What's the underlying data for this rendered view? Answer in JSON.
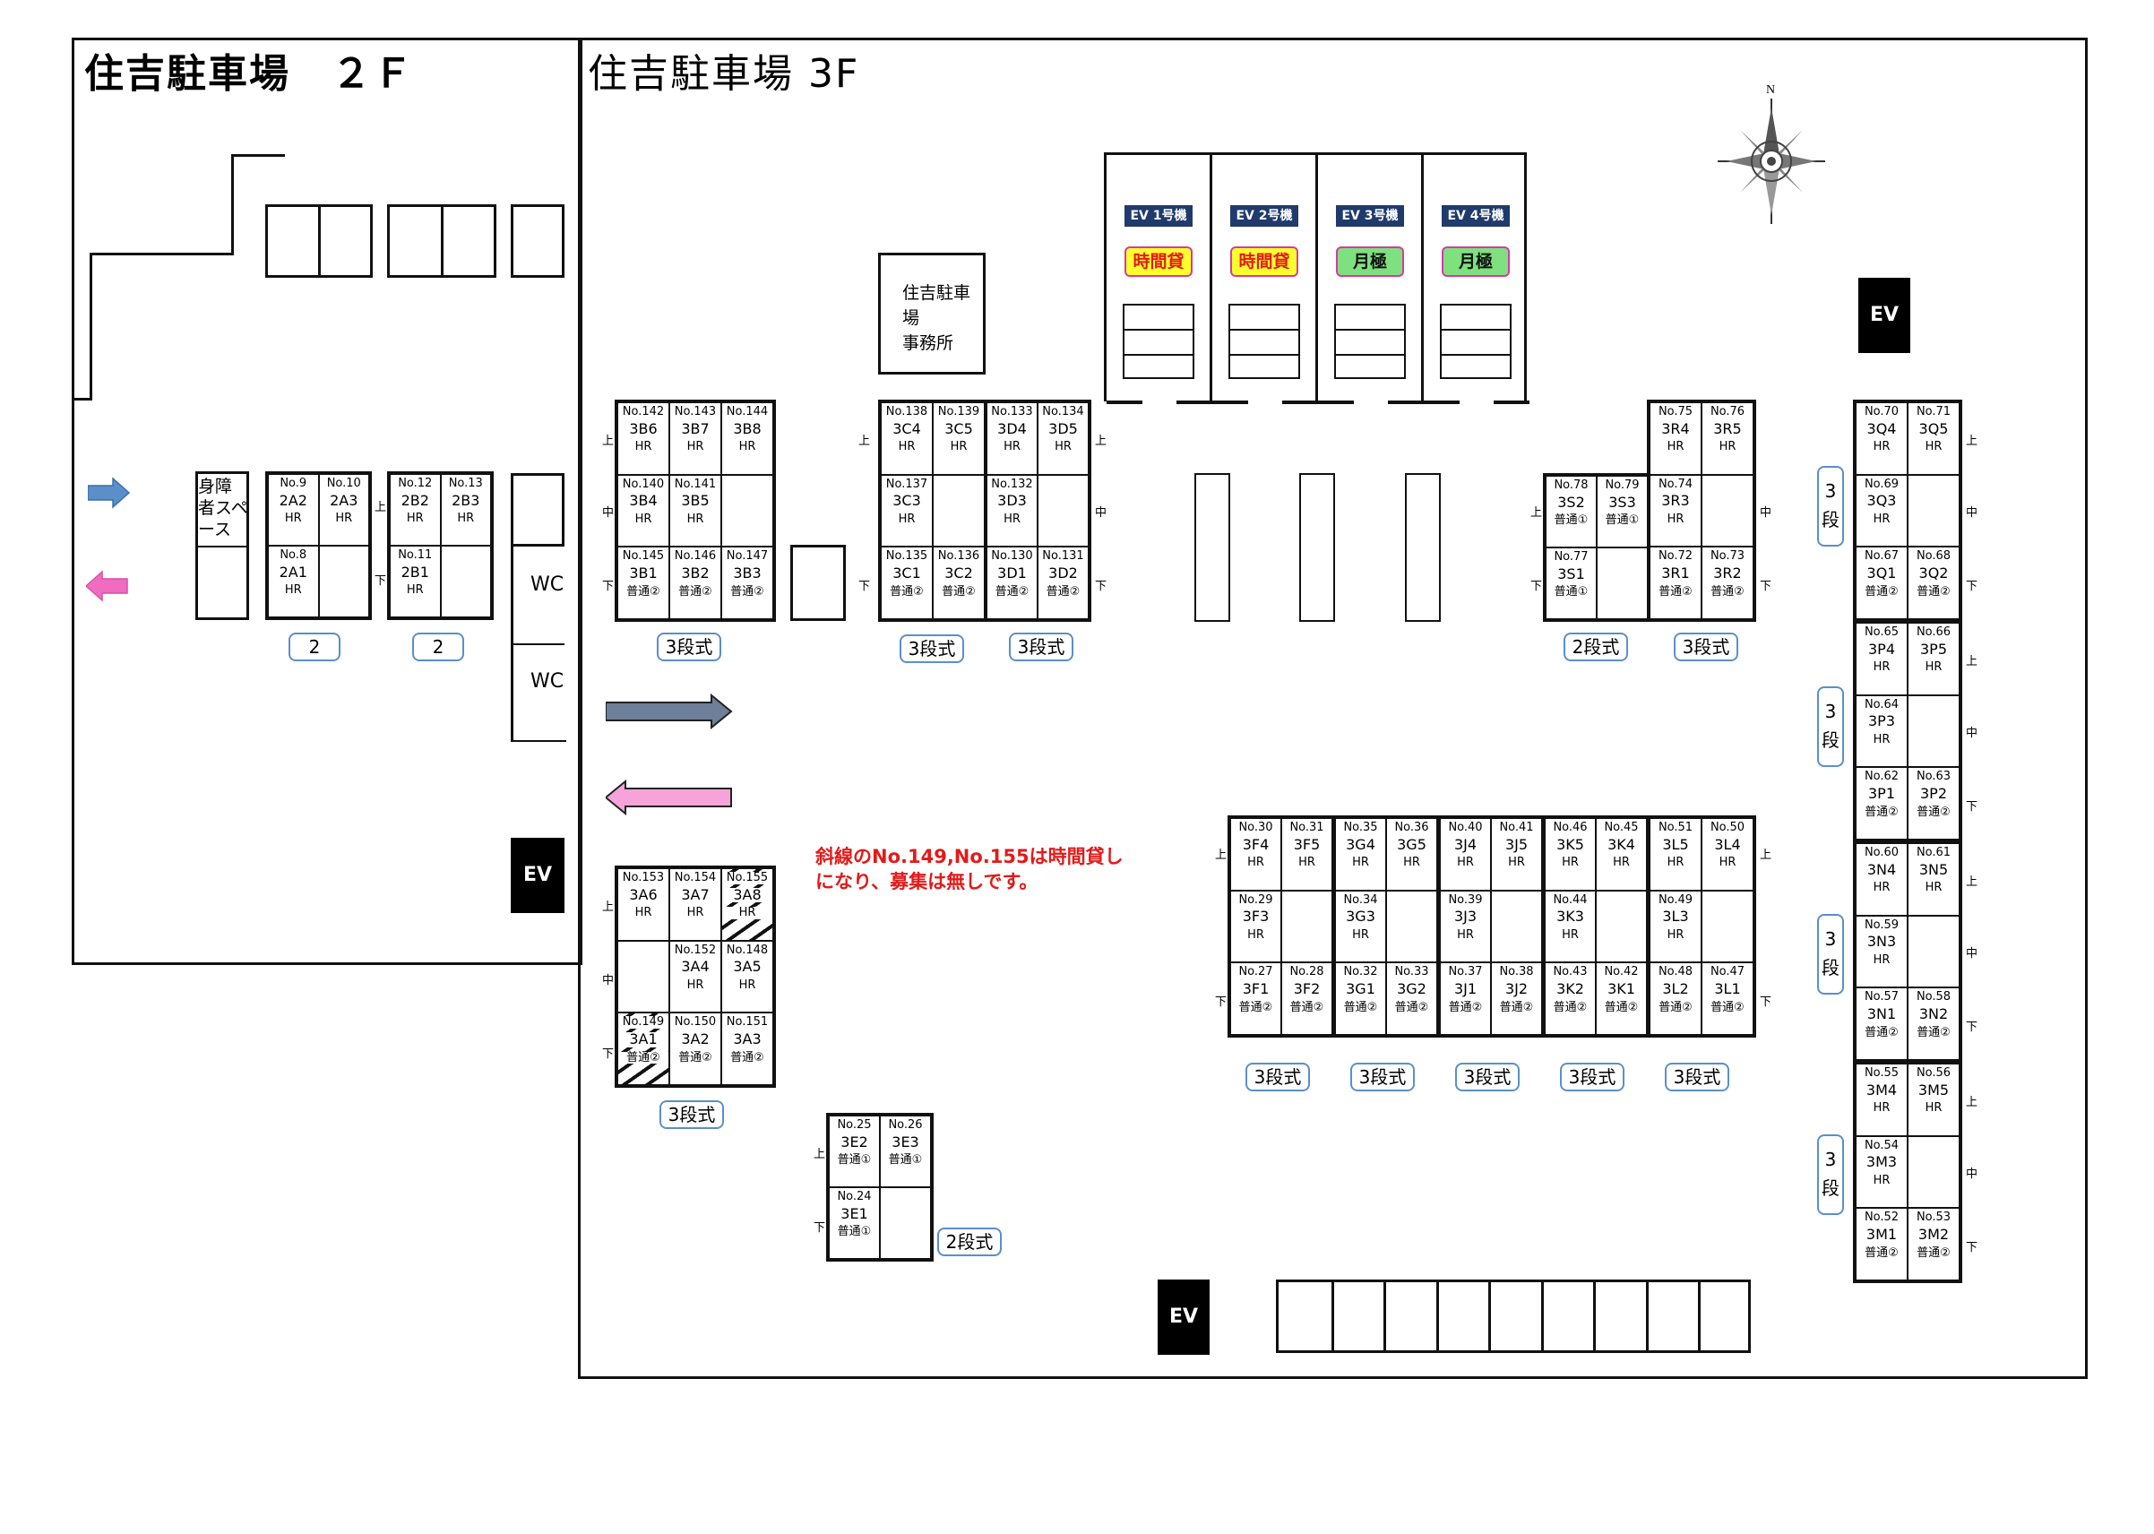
{
  "floor2": {
    "title": "住吉駐車場　２Ｆ"
  },
  "floor3": {
    "title": "住吉駐車場  3F"
  },
  "compass": {
    "north": "N"
  },
  "office": {
    "line1": "住吉駐車場",
    "line2": "事務所"
  },
  "accessible": {
    "label": "身障者スペース"
  },
  "wc": [
    "WC",
    "WC"
  ],
  "ev_icon": "EV",
  "ev_units": [
    {
      "label": "EV 1号機",
      "tag": "時間貸",
      "tag_color": "#ffff2e"
    },
    {
      "label": "EV 2号機",
      "tag": "時間貸",
      "tag_color": "#ffff2e"
    },
    {
      "label": "EV 3号機",
      "tag": "月極",
      "tag_color": "#7fe07f"
    },
    {
      "label": "EV 4号機",
      "tag": "月極",
      "tag_color": "#7fe07f"
    }
  ],
  "note": {
    "line1": "斜線のNo.149,No.155は時間貸し",
    "line2": "になり、募集は無しです。"
  },
  "side_marks": {
    "up": "上",
    "mid": "中",
    "down": "下"
  },
  "tags": {
    "2tier": "2段式",
    "3tier": "3段式",
    "two": "2",
    "san": "3",
    "dan": "段"
  },
  "arrows": {
    "in_color": "#5b8fc9",
    "out_color": "#f06cc0",
    "in3_color": "#6d7f99",
    "out3_color": "#f5a3d9"
  },
  "blocks": {
    "b2A": [
      [
        {
          "no": "No.9",
          "code": "2A2",
          "type": "HR"
        },
        {
          "no": "No.10",
          "code": "2A3",
          "type": "HR"
        }
      ],
      [
        {
          "no": "No.8",
          "code": "2A1",
          "type": "HR"
        },
        {}
      ]
    ],
    "b2B": [
      [
        {
          "no": "No.12",
          "code": "2B2",
          "type": "HR"
        },
        {
          "no": "No.13",
          "code": "2B3",
          "type": "HR"
        }
      ],
      [
        {
          "no": "No.11",
          "code": "2B1",
          "type": "HR"
        },
        {}
      ]
    ],
    "b3B": [
      [
        {
          "no": "No.142",
          "code": "3B6",
          "type": "HR"
        },
        {
          "no": "No.143",
          "code": "3B7",
          "type": "HR"
        },
        {
          "no": "No.144",
          "code": "3B8",
          "type": "HR"
        }
      ],
      [
        {
          "no": "No.140",
          "code": "3B4",
          "type": "HR"
        },
        {
          "no": "No.141",
          "code": "3B5",
          "type": "HR"
        },
        {}
      ],
      [
        {
          "no": "No.145",
          "code": "3B1",
          "type": "普通②"
        },
        {
          "no": "No.146",
          "code": "3B2",
          "type": "普通②"
        },
        {
          "no": "No.147",
          "code": "3B3",
          "type": "普通②"
        }
      ]
    ],
    "b3C": [
      [
        {
          "no": "No.138",
          "code": "3C4",
          "type": "HR"
        },
        {
          "no": "No.139",
          "code": "3C5",
          "type": "HR"
        }
      ],
      [
        {
          "no": "No.137",
          "code": "3C3",
          "type": "HR"
        },
        {}
      ],
      [
        {
          "no": "No.135",
          "code": "3C1",
          "type": "普通②"
        },
        {
          "no": "No.136",
          "code": "3C2",
          "type": "普通②"
        }
      ]
    ],
    "b3D": [
      [
        {
          "no": "No.133",
          "code": "3D4",
          "type": "HR"
        },
        {
          "no": "No.134",
          "code": "3D5",
          "type": "HR"
        }
      ],
      [
        {
          "no": "No.132",
          "code": "3D3",
          "type": "HR"
        },
        {}
      ],
      [
        {
          "no": "No.130",
          "code": "3D1",
          "type": "普通②"
        },
        {
          "no": "No.131",
          "code": "3D2",
          "type": "普通②"
        }
      ]
    ],
    "b3A": [
      [
        {
          "no": "No.153",
          "code": "3A6",
          "type": "HR"
        },
        {
          "no": "No.154",
          "code": "3A7",
          "type": "HR"
        },
        {
          "no": "No.155",
          "code": "3A8",
          "type": "HR",
          "hatch": true
        }
      ],
      [
        {},
        {
          "no": "No.152",
          "code": "3A4",
          "type": "HR"
        },
        {
          "no": "No.148",
          "code": "3A5",
          "type": "HR"
        }
      ],
      [
        {
          "no": "No.149",
          "code": "3A1",
          "type": "普通②",
          "hatch": true
        },
        {
          "no": "No.150",
          "code": "3A2",
          "type": "普通②"
        },
        {
          "no": "No.151",
          "code": "3A3",
          "type": "普通②"
        }
      ]
    ],
    "b3E": [
      [
        {
          "no": "No.25",
          "code": "3E2",
          "type": "普通①"
        },
        {
          "no": "No.26",
          "code": "3E3",
          "type": "普通①"
        }
      ],
      [
        {
          "no": "No.24",
          "code": "3E1",
          "type": "普通①"
        },
        {}
      ]
    ],
    "b3S": [
      [
        {
          "no": "No.78",
          "code": "3S2",
          "type": "普通①"
        },
        {
          "no": "No.79",
          "code": "3S3",
          "type": "普通①"
        }
      ],
      [
        {
          "no": "No.77",
          "code": "3S1",
          "type": "普通①"
        },
        {}
      ]
    ],
    "b3R": [
      [
        {
          "no": "No.75",
          "code": "3R4",
          "type": "HR"
        },
        {
          "no": "No.76",
          "code": "3R5",
          "type": "HR"
        }
      ],
      [
        {
          "no": "No.74",
          "code": "3R3",
          "type": "HR"
        },
        {}
      ],
      [
        {
          "no": "No.72",
          "code": "3R1",
          "type": "普通②"
        },
        {
          "no": "No.73",
          "code": "3R2",
          "type": "普通②"
        }
      ]
    ],
    "b3F": [
      [
        {
          "no": "No.30",
          "code": "3F4",
          "type": "HR"
        },
        {
          "no": "No.31",
          "code": "3F5",
          "type": "HR"
        }
      ],
      [
        {
          "no": "No.29",
          "code": "3F3",
          "type": "HR"
        },
        {}
      ],
      [
        {
          "no": "No.27",
          "code": "3F1",
          "type": "普通②"
        },
        {
          "no": "No.28",
          "code": "3F2",
          "type": "普通②"
        }
      ]
    ],
    "b3G": [
      [
        {
          "no": "No.35",
          "code": "3G4",
          "type": "HR"
        },
        {
          "no": "No.36",
          "code": "3G5",
          "type": "HR"
        }
      ],
      [
        {
          "no": "No.34",
          "code": "3G3",
          "type": "HR"
        },
        {}
      ],
      [
        {
          "no": "No.32",
          "code": "3G1",
          "type": "普通②"
        },
        {
          "no": "No.33",
          "code": "3G2",
          "type": "普通②"
        }
      ]
    ],
    "b3J": [
      [
        {
          "no": "No.40",
          "code": "3J4",
          "type": "HR"
        },
        {
          "no": "No.41",
          "code": "3J5",
          "type": "HR"
        }
      ],
      [
        {
          "no": "No.39",
          "code": "3J3",
          "type": "HR"
        },
        {}
      ],
      [
        {
          "no": "No.37",
          "code": "3J1",
          "type": "普通②"
        },
        {
          "no": "No.38",
          "code": "3J2",
          "type": "普通②"
        }
      ]
    ],
    "b3K": [
      [
        {
          "no": "No.46",
          "code": "3K5",
          "type": "HR"
        },
        {
          "no": "No.45",
          "code": "3K4",
          "type": "HR"
        }
      ],
      [
        {
          "no": "No.44",
          "code": "3K3",
          "type": "HR"
        },
        {}
      ],
      [
        {
          "no": "No.43",
          "code": "3K2",
          "type": "普通②"
        },
        {
          "no": "No.42",
          "code": "3K1",
          "type": "普通②"
        }
      ]
    ],
    "b3L": [
      [
        {
          "no": "No.51",
          "code": "3L5",
          "type": "HR"
        },
        {
          "no": "No.50",
          "code": "3L4",
          "type": "HR"
        }
      ],
      [
        {
          "no": "No.49",
          "code": "3L3",
          "type": "HR"
        },
        {}
      ],
      [
        {
          "no": "No.48",
          "code": "3L2",
          "type": "普通②"
        },
        {
          "no": "No.47",
          "code": "3L1",
          "type": "普通②"
        }
      ]
    ],
    "b3Q": [
      [
        {
          "no": "No.70",
          "code": "3Q4",
          "type": "HR"
        },
        {
          "no": "No.71",
          "code": "3Q5",
          "type": "HR"
        }
      ],
      [
        {
          "no": "No.69",
          "code": "3Q3",
          "type": "HR"
        },
        {}
      ],
      [
        {
          "no": "No.67",
          "code": "3Q1",
          "type": "普通②"
        },
        {
          "no": "No.68",
          "code": "3Q2",
          "type": "普通②"
        }
      ]
    ],
    "b3P": [
      [
        {
          "no": "No.65",
          "code": "3P4",
          "type": "HR"
        },
        {
          "no": "No.66",
          "code": "3P5",
          "type": "HR"
        }
      ],
      [
        {
          "no": "No.64",
          "code": "3P3",
          "type": "HR"
        },
        {}
      ],
      [
        {
          "no": "No.62",
          "code": "3P1",
          "type": "普通②"
        },
        {
          "no": "No.63",
          "code": "3P2",
          "type": "普通②"
        }
      ]
    ],
    "b3N": [
      [
        {
          "no": "No.60",
          "code": "3N4",
          "type": "HR"
        },
        {
          "no": "No.61",
          "code": "3N5",
          "type": "HR"
        }
      ],
      [
        {
          "no": "No.59",
          "code": "3N3",
          "type": "HR"
        },
        {}
      ],
      [
        {
          "no": "No.57",
          "code": "3N1",
          "type": "普通②"
        },
        {
          "no": "No.58",
          "code": "3N2",
          "type": "普通②"
        }
      ]
    ],
    "b3M": [
      [
        {
          "no": "No.55",
          "code": "3M4",
          "type": "HR"
        },
        {
          "no": "No.56",
          "code": "3M5",
          "type": "HR"
        }
      ],
      [
        {
          "no": "No.54",
          "code": "3M3",
          "type": "HR"
        },
        {}
      ],
      [
        {
          "no": "No.52",
          "code": "3M1",
          "type": "普通②"
        },
        {
          "no": "No.53",
          "code": "3M2",
          "type": "普通②"
        }
      ]
    ]
  }
}
